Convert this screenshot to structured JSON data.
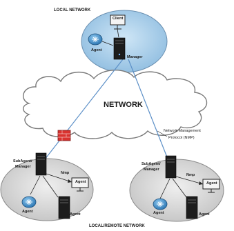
{
  "top": {
    "title": "LOCAL NETWORK",
    "client": "Client",
    "agent": "Agent",
    "manager": "Manager"
  },
  "cloud": {
    "label": "NETWORK"
  },
  "protocol": {
    "line1": "Network Management",
    "line2": "Protocol (NMP)"
  },
  "left_site": {
    "subagent_line1": "SubAgent/",
    "subagent_line2": "Manager",
    "nmp": "Nmp",
    "agent_box": "Agent",
    "agent_router": "Agent",
    "agent_server": "Agent"
  },
  "right_site": {
    "subagent_line1": "SubAgent/",
    "subagent_line2": "Manager",
    "nmp": "Nmp",
    "agent_box": "Agent",
    "agent_router": "Agent",
    "agent_server": "Agent"
  },
  "bottom": {
    "title": "LOCAL/REMOTE NETWORK"
  },
  "colors": {
    "ellipse_top": "#a9cfe8",
    "ellipse_bottom": "#d9d9d9",
    "cloud": "#ffffff",
    "link": "#5b8fc7",
    "firewall": "#d9322f"
  }
}
